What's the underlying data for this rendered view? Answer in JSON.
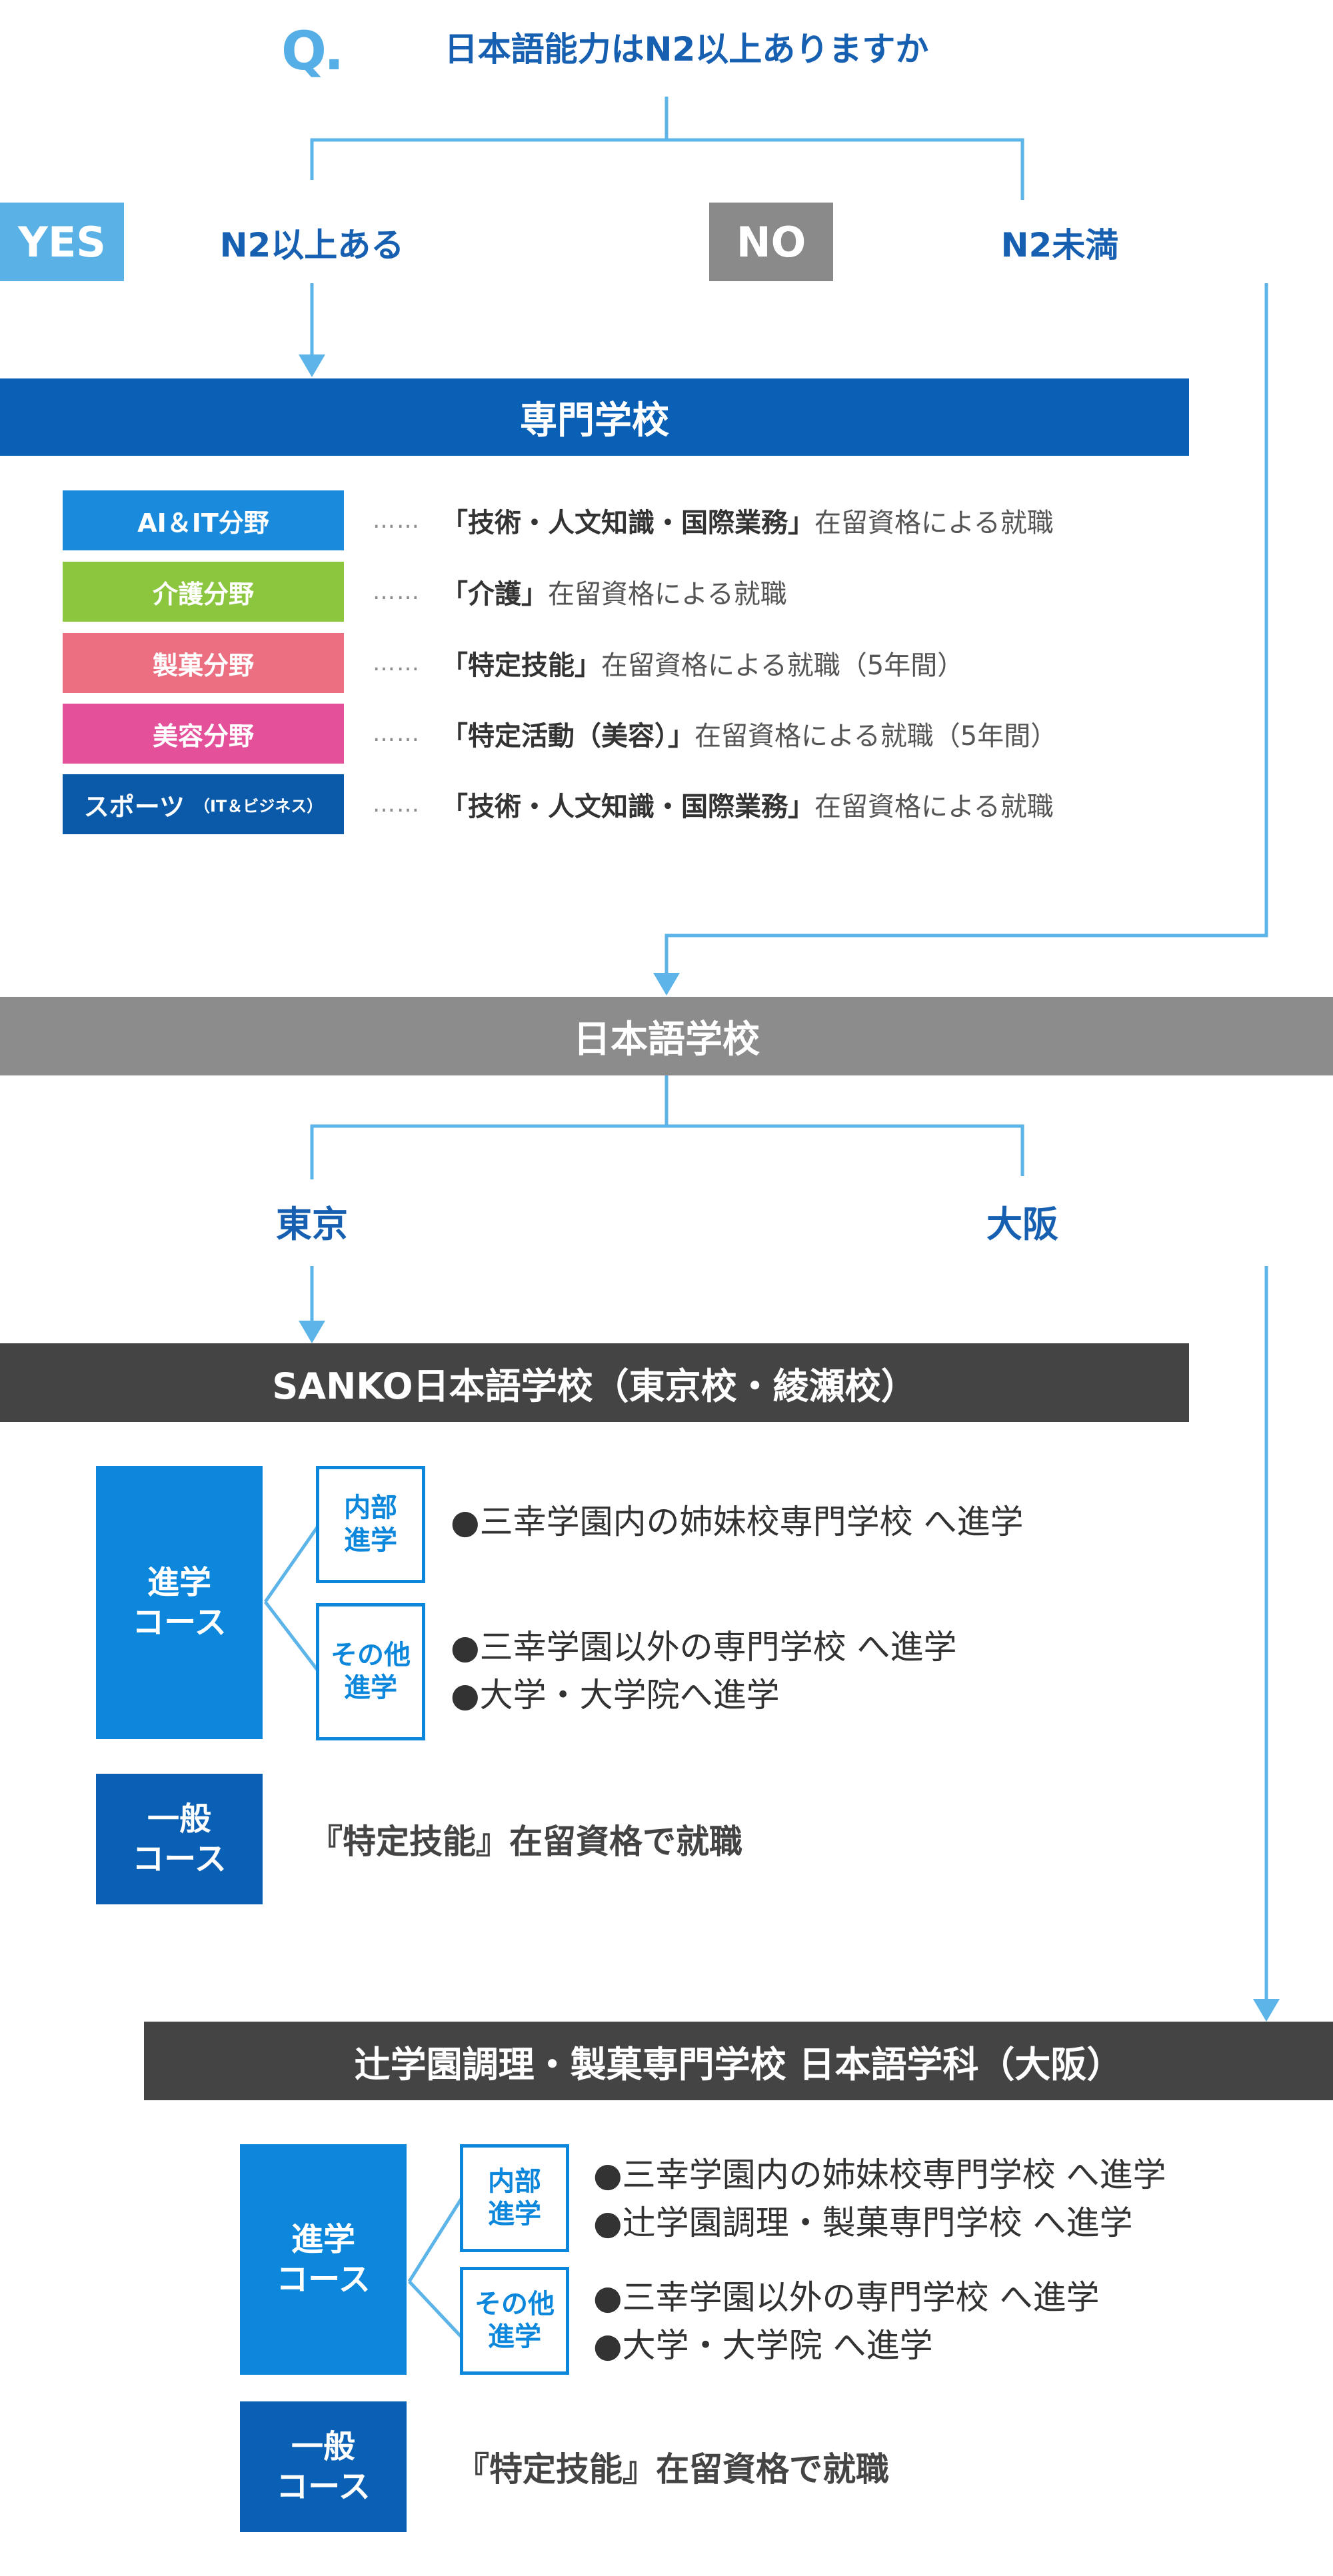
{
  "question": {
    "mark": "Q.",
    "text": "日本語能力はN2以上ありますか"
  },
  "yes": {
    "badge": "YES",
    "label": "N2以上ある"
  },
  "no": {
    "badge": "NO",
    "label": "N2未満"
  },
  "vocational_school": {
    "title": "専門学校",
    "fields": [
      {
        "name": "AI＆IT分野",
        "name_small": "",
        "color": "#1a8bdc",
        "dots": "……",
        "desc_bold": "「技術・人文知識・国際業務」",
        "desc_rest": "在留資格による就職"
      },
      {
        "name": "介護分野",
        "name_small": "",
        "color": "#8cc63e",
        "dots": "……",
        "desc_bold": "「介護」",
        "desc_rest": "在留資格による就職"
      },
      {
        "name": "製菓分野",
        "name_small": "",
        "color": "#ec6f81",
        "dots": "……",
        "desc_bold": "「特定技能」",
        "desc_rest": "在留資格による就職（5年間）"
      },
      {
        "name": "美容分野",
        "name_small": "",
        "color": "#e5509b",
        "dots": "……",
        "desc_bold": "「特定活動（美容）」",
        "desc_rest": "在留資格による就職（5年間）"
      },
      {
        "name": "スポーツ",
        "name_small": "（IT＆ビジネス）",
        "color": "#0a5aa9",
        "dots": "……",
        "desc_bold": "「技術・人文知識・国際業務」",
        "desc_rest": "在留資格による就職"
      }
    ]
  },
  "japanese_school": {
    "title": "日本語学校",
    "left_label": "東京",
    "right_label": "大阪"
  },
  "tokyo": {
    "title": "SANKO日本語学校（東京校・綾瀬校）",
    "advance_course": "進学\nコース",
    "internal_label": "内部\n進学",
    "other_label": "その他\n進学",
    "internal_dest": [
      "●三幸学園内の姉妹校専門学校 へ進学"
    ],
    "other_dest": [
      "●三幸学園以外の専門学校 へ進学",
      "●大学・大学院へ進学"
    ],
    "general_course": "一般\nコース",
    "general_job": "『特定技能』在留資格で就職"
  },
  "osaka": {
    "title": "辻学園調理・製菓専門学校 日本語学科（大阪）",
    "advance_course": "進学\nコース",
    "internal_label": "内部\n進学",
    "other_label": "その他\n進学",
    "internal_dest": [
      "●三幸学園内の姉妹校専門学校 へ進学",
      "●辻学園調理・製菓専門学校 へ進学"
    ],
    "other_dest": [
      "●三幸学園以外の専門学校 へ進学",
      "●大学・大学院 へ進学"
    ],
    "general_course": "一般\nコース",
    "general_job": "『特定技能』在留資格で就職"
  },
  "colors": {
    "line": "#5cb4e8",
    "brand_blue": "#0a60b4",
    "course_blue": "#0d87db"
  }
}
